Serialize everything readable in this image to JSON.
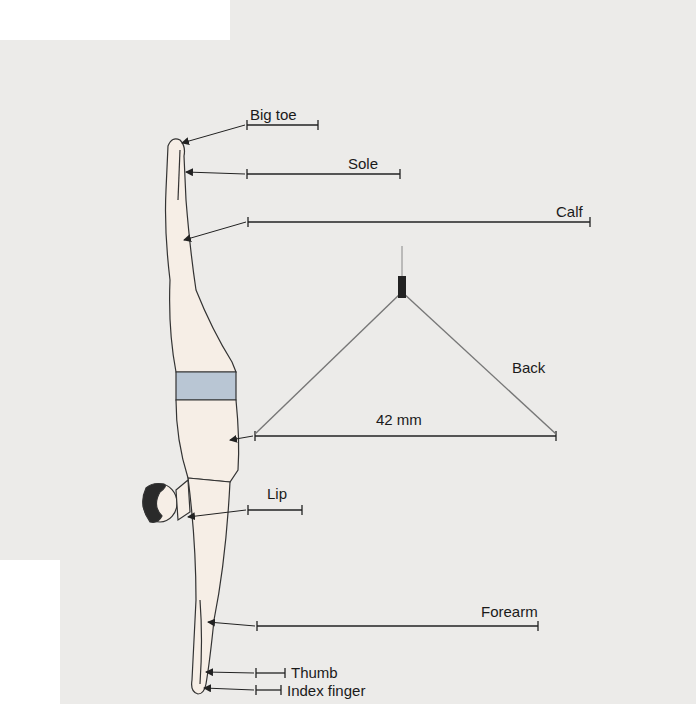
{
  "diagram": {
    "labels": [
      "Big toe",
      "Sole",
      "Calf",
      "Back",
      "42 mm",
      "Lip",
      "Forearm",
      "Thumb",
      "Index finger"
    ]
  }
}
